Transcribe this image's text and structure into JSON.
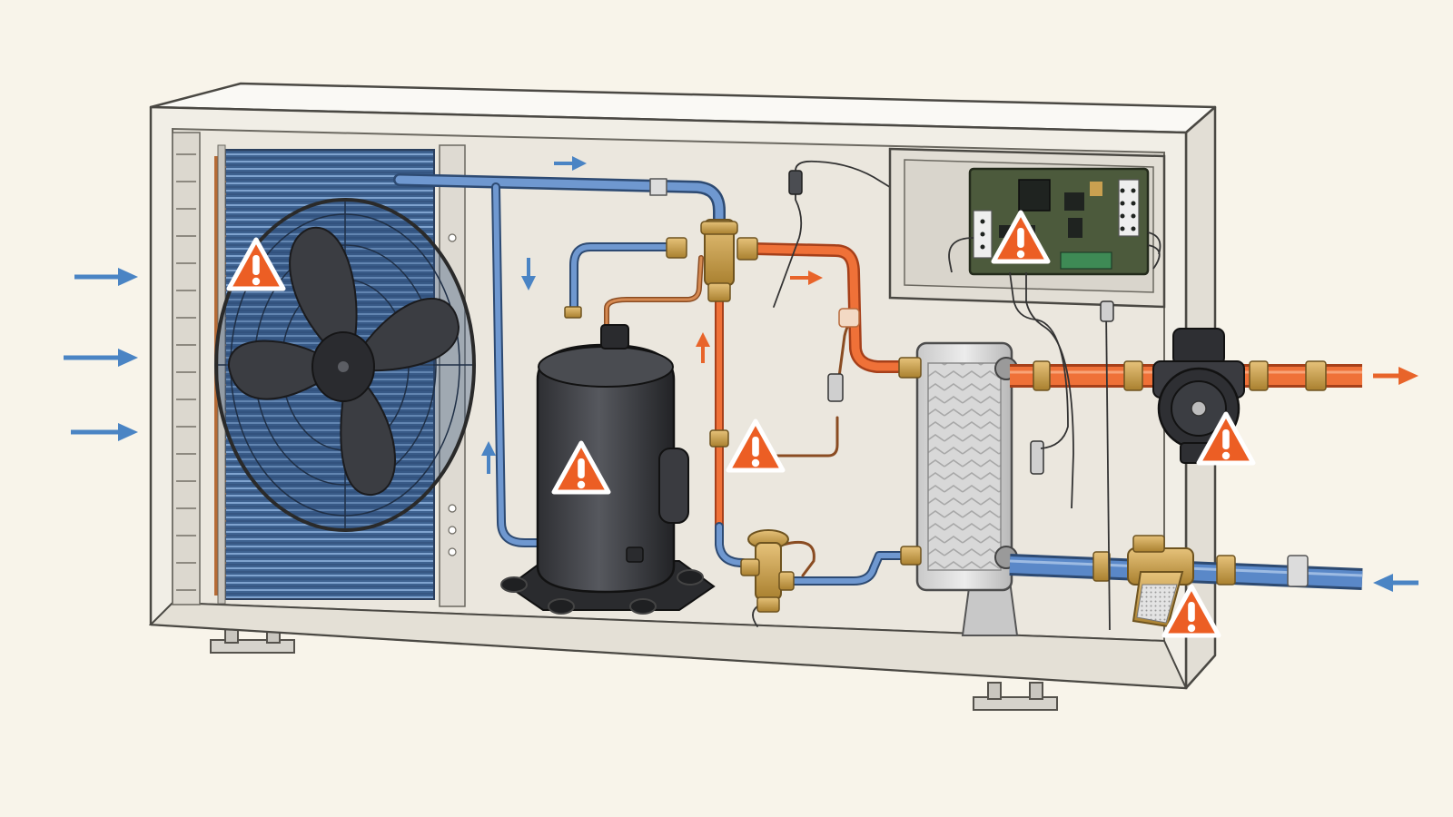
{
  "diagram": {
    "components": [
      {
        "id": "fan",
        "icon": "fan-icon"
      },
      {
        "id": "evaporator-coil",
        "icon": "coil-icon"
      },
      {
        "id": "compressor",
        "icon": "compressor-icon"
      },
      {
        "id": "four-way-valve",
        "icon": "valve-icon"
      },
      {
        "id": "expansion-valve",
        "icon": "valve-icon"
      },
      {
        "id": "plate-heat-exchanger",
        "icon": "heat-exchanger-icon"
      },
      {
        "id": "control-board",
        "icon": "circuit-board-icon"
      },
      {
        "id": "circulation-pump",
        "icon": "pump-icon"
      },
      {
        "id": "strainer-filter",
        "icon": "filter-icon"
      }
    ],
    "warnings": [
      {
        "id": "fan-warning",
        "icon": "warning-icon",
        "target": "fan"
      },
      {
        "id": "compressor-warning",
        "icon": "warning-icon",
        "target": "compressor"
      },
      {
        "id": "refrigerant-line-warning",
        "icon": "warning-icon",
        "target": "refrigerant-line"
      },
      {
        "id": "control-board-warning",
        "icon": "warning-icon",
        "target": "control-board"
      },
      {
        "id": "pump-warning",
        "icon": "warning-icon",
        "target": "circulation-pump"
      },
      {
        "id": "strainer-warning",
        "icon": "warning-icon",
        "target": "strainer-filter"
      }
    ],
    "flows": [
      {
        "id": "air-intake",
        "icon": "arrow-right-icon",
        "color": "#4a84c4"
      },
      {
        "id": "hot-water-out",
        "icon": "arrow-right-icon",
        "color": "#e8642a"
      },
      {
        "id": "cold-water-in",
        "icon": "arrow-left-icon",
        "color": "#4a84c4"
      }
    ],
    "colors": {
      "background": "#f8f4ea",
      "cold_pipe": "#5a88c8",
      "hot_pipe": "#e8642a",
      "warning": "#ec5e24",
      "brass": "#c9a050",
      "housing": "#f1eee6"
    }
  }
}
